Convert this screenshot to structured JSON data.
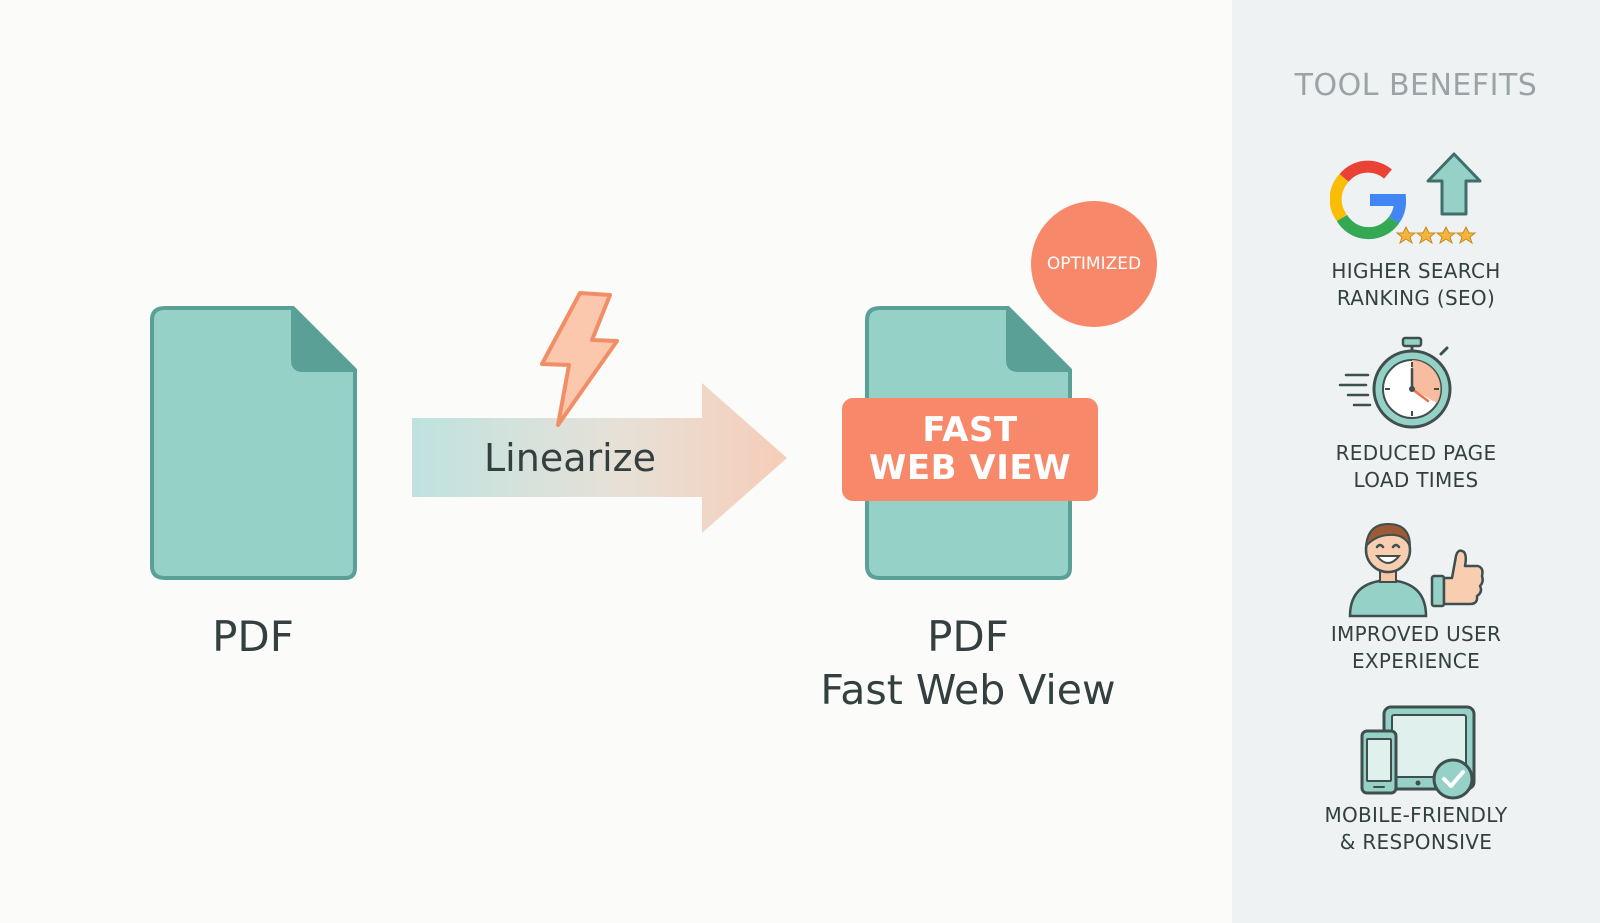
{
  "diagram": {
    "source_label": "PDF",
    "arrow_label": "Linearize",
    "fast_web_view_line1": "FAST",
    "fast_web_view_line2": "WEB VIEW",
    "badge": "OPTIMIZED",
    "output_label_line1": "PDF",
    "output_label_line2": "Fast Web View"
  },
  "panel": {
    "title": "TOOL BENEFITS",
    "benefits": [
      {
        "line1": "HIGHER SEARCH",
        "line2": "RANKING (SEO)",
        "icon": "google-search-ranking-icon"
      },
      {
        "line1": "REDUCED PAGE",
        "line2": "LOAD TIMES",
        "icon": "stopwatch-icon"
      },
      {
        "line1": "IMPROVED USER",
        "line2": "EXPERIENCE",
        "icon": "happy-user-thumbs-up-icon"
      },
      {
        "line1": "MOBILE-FRIENDLY",
        "line2": "& RESPONSIVE",
        "icon": "mobile-devices-check-icon"
      }
    ]
  },
  "colors": {
    "doc_fill": "#96d1c8",
    "doc_stroke": "#5ba096",
    "accent_orange": "#f7896a",
    "panel_bg": "#eef2f3"
  }
}
